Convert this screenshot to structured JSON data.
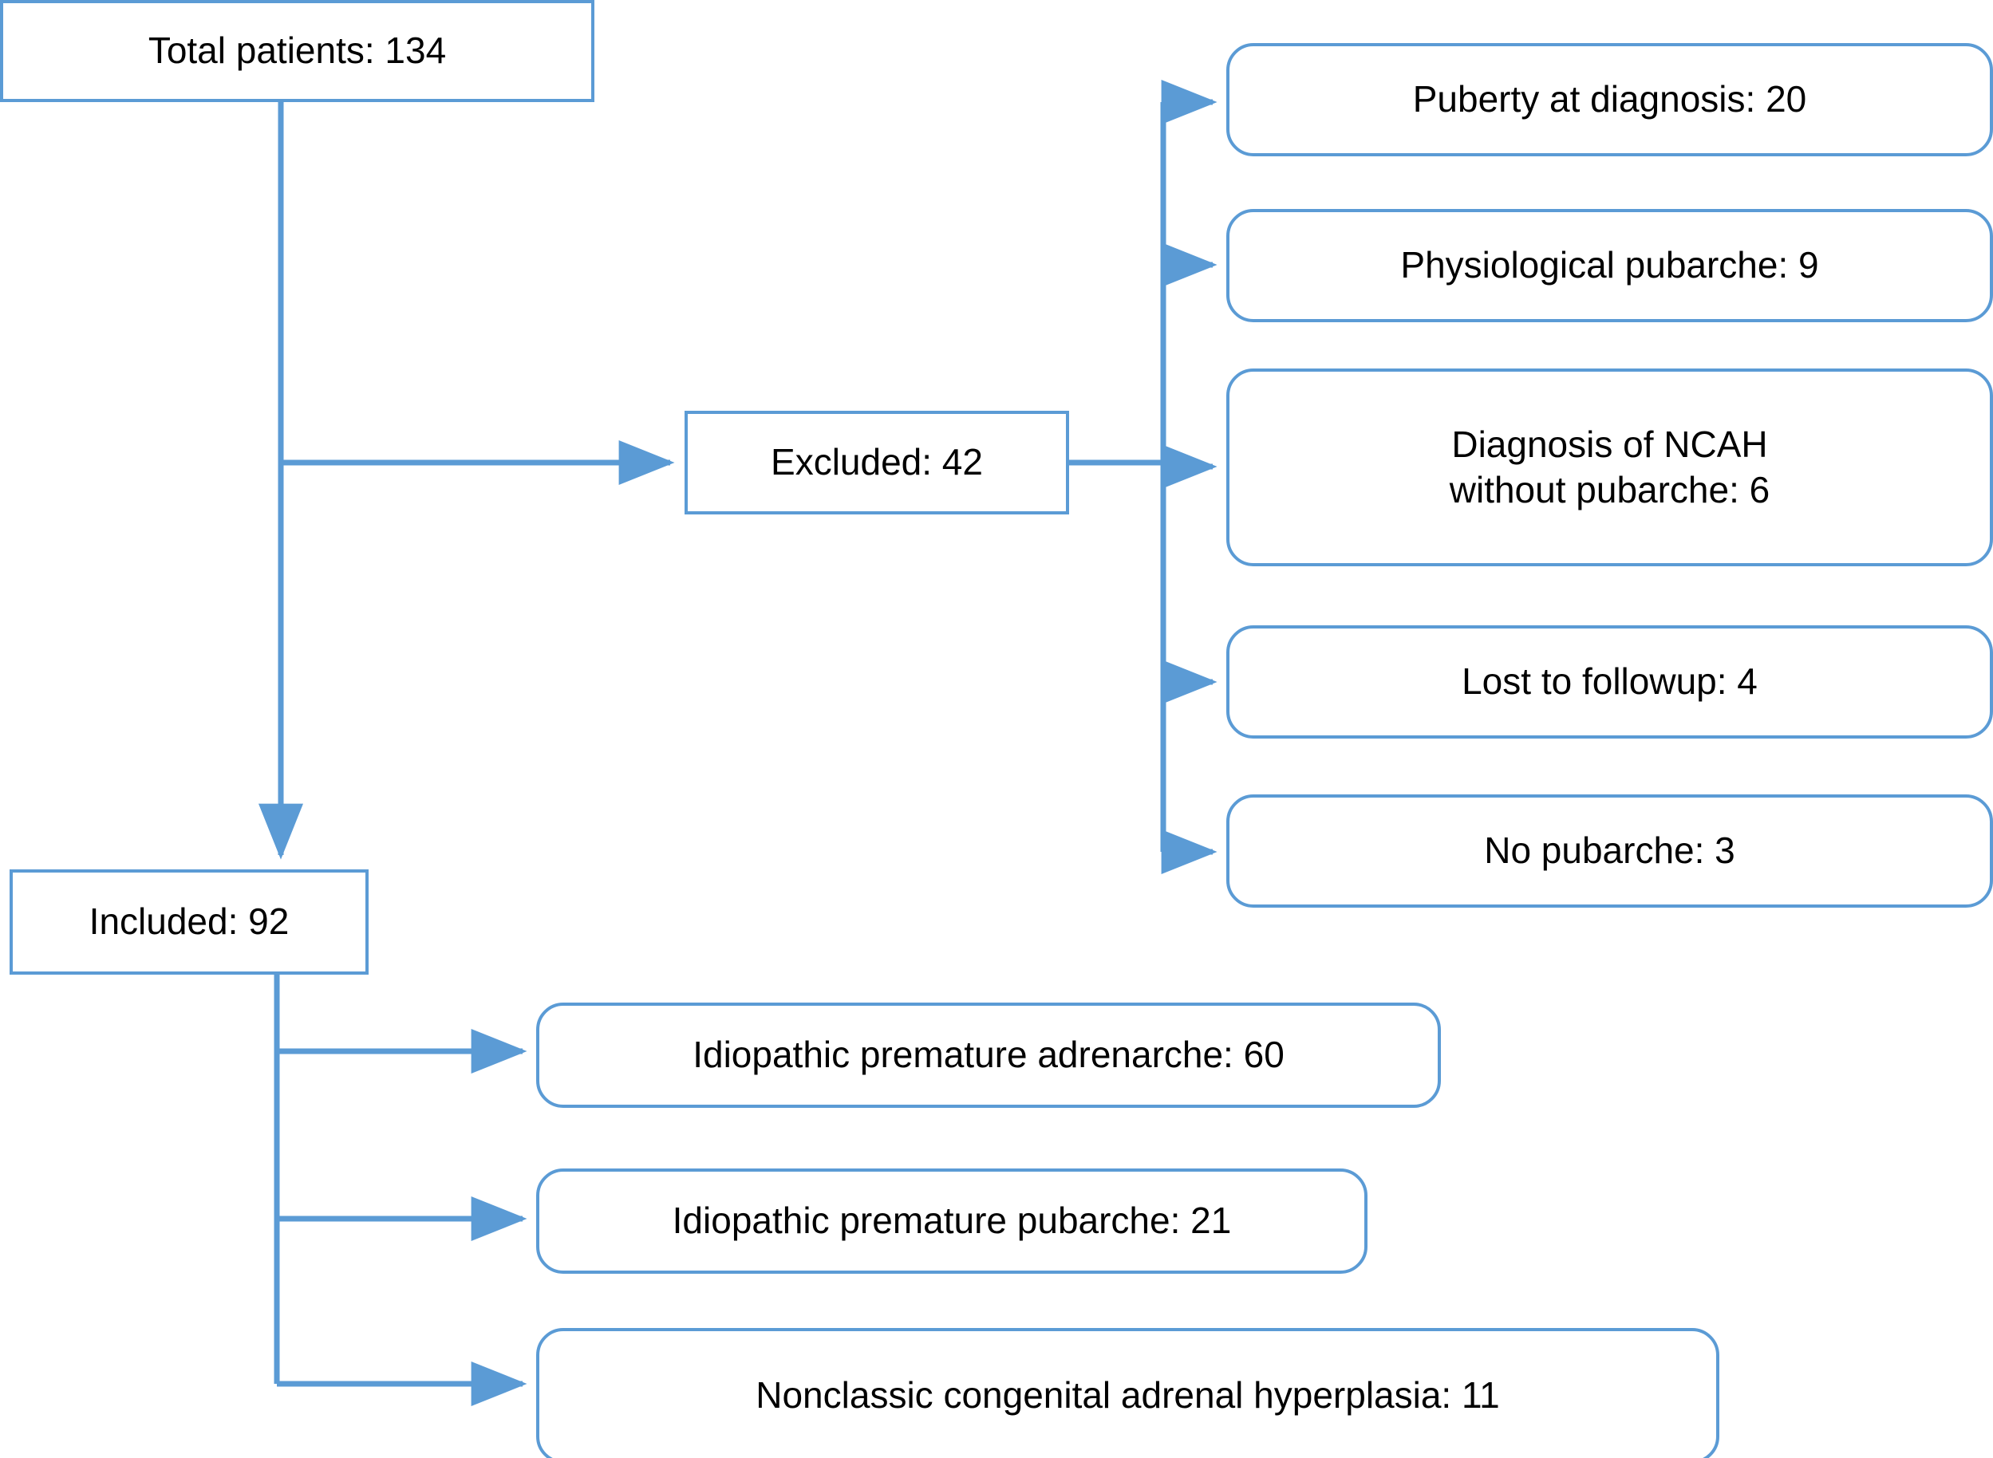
{
  "diagram": {
    "title": "Patient selection flow diagram",
    "type": "flowchart",
    "accent_color": "#5B9BD5",
    "text_color": "#000000",
    "background_color": "#FFFFFF",
    "nodes": {
      "total": {
        "label": "Total patients: 134",
        "shape": "rectangle"
      },
      "excluded": {
        "label": "Excluded: 42",
        "shape": "rectangle"
      },
      "included": {
        "label": "Included: 92",
        "shape": "rectangle"
      },
      "puberty_at_diagnosis": {
        "label": "Puberty at diagnosis: 20",
        "shape": "rounded-rectangle"
      },
      "physiological_pubarche": {
        "label": "Physiological pubarche: 9",
        "shape": "rounded-rectangle"
      },
      "ncah_without_pubarche": {
        "label": "Diagnosis of NCAH\nwithout pubarche: 6",
        "shape": "rounded-rectangle"
      },
      "lost_to_followup": {
        "label": "Lost to followup: 4",
        "shape": "rounded-rectangle"
      },
      "no_pubarche": {
        "label": "No pubarche: 3",
        "shape": "rounded-rectangle"
      },
      "idiopathic_premature_adrenarche": {
        "label": "Idiopathic premature adrenarche: 60",
        "shape": "rounded-rectangle"
      },
      "idiopathic_premature_pubarche": {
        "label": "Idiopathic premature pubarche: 21",
        "shape": "rounded-rectangle"
      },
      "nonclassic_cah": {
        "label": "Nonclassic congenital adrenal hyperplasia: 11",
        "shape": "rounded-rectangle"
      }
    },
    "counts": {
      "total": 134,
      "excluded": 42,
      "included": 92,
      "puberty_at_diagnosis": 20,
      "physiological_pubarche": 9,
      "ncah_without_pubarche": 6,
      "lost_to_followup": 4,
      "no_pubarche": 3,
      "idiopathic_premature_adrenarche": 60,
      "idiopathic_premature_pubarche": 21,
      "nonclassic_cah": 11
    },
    "edges": [
      {
        "from": "total",
        "to": "excluded",
        "style": "elbow-arrow"
      },
      {
        "from": "total",
        "to": "included",
        "style": "straight-arrow-down"
      },
      {
        "from": "excluded",
        "to": "puberty_at_diagnosis",
        "style": "elbow-arrow"
      },
      {
        "from": "excluded",
        "to": "physiological_pubarche",
        "style": "elbow-arrow"
      },
      {
        "from": "excluded",
        "to": "ncah_without_pubarche",
        "style": "elbow-arrow"
      },
      {
        "from": "excluded",
        "to": "lost_to_followup",
        "style": "elbow-arrow"
      },
      {
        "from": "excluded",
        "to": "no_pubarche",
        "style": "elbow-arrow"
      },
      {
        "from": "included",
        "to": "idiopathic_premature_adrenarche",
        "style": "elbow-arrow"
      },
      {
        "from": "included",
        "to": "idiopathic_premature_pubarche",
        "style": "elbow-arrow"
      },
      {
        "from": "included",
        "to": "nonclassic_cah",
        "style": "elbow-arrow"
      }
    ]
  }
}
